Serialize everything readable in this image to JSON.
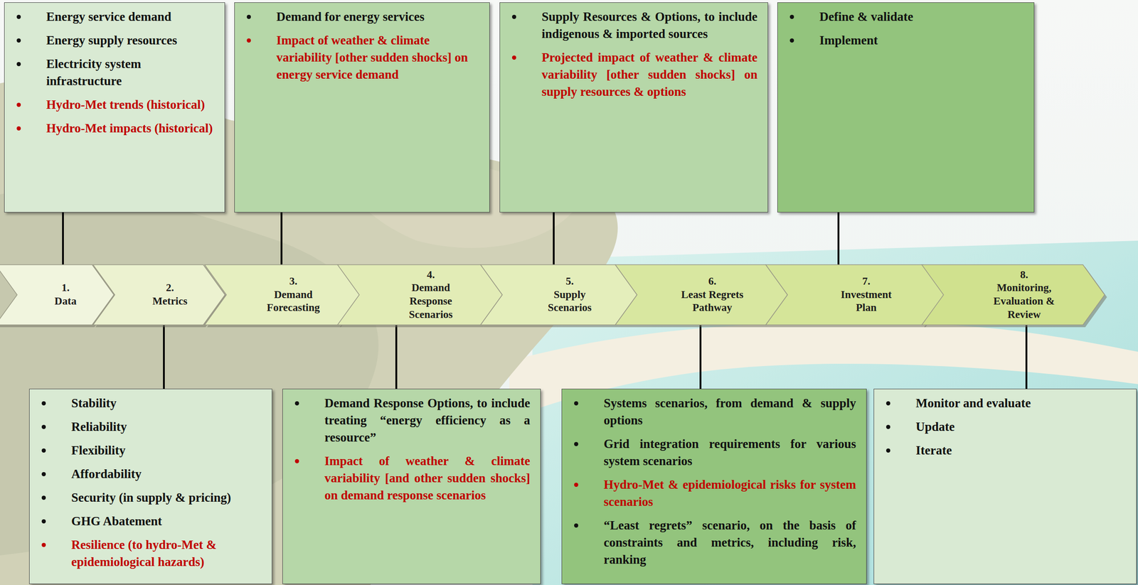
{
  "diagram": {
    "nodes": [
      {
        "text": [
          "Energy service demand",
          "Energy supply resources",
          "Electricity system infrastructure",
          "Hydro-Met trends (historical)",
          "Hydro-Met impacts (historical)"
        ]
      },
      {
        "text": [
          "Demand for energy services",
          "Impact of weather & climate variability [other sudden shocks] on energy service demand"
        ]
      },
      {
        "text": [
          "Supply Resources & Options, to include indigenous & imported sources",
          "Projected impact of weather & climate variability [other sudden shocks] on supply resources & options"
        ]
      },
      {
        "text": [
          "Define & validate",
          "Implement"
        ]
      },
      {
        "text": [
          "1.",
          "Data"
        ]
      },
      {
        "text": [
          "2.",
          "Metrics"
        ]
      },
      {
        "text": [
          "3.",
          "Demand Forecasting"
        ]
      },
      {
        "text": [
          "4.",
          "Demand Response Scenarios"
        ]
      },
      {
        "text": [
          "5.",
          "Supply Scenarios"
        ]
      },
      {
        "text": [
          "6.",
          "Least Regrets Pathway"
        ]
      },
      {
        "text": [
          "7.",
          "Investment Plan"
        ]
      },
      {
        "text": [
          "8.",
          "Monitoring, Evaluation & Review"
        ]
      },
      {
        "text": [
          "Stability",
          "Reliability",
          "Flexibility",
          "Affordability",
          "Security (in supply & pricing)",
          "GHG Abatement",
          "Resilience (to hydro-Met & epidemiological hazards)"
        ]
      },
      {
        "text": [
          "Demand Response Options, to include treating “energy efficiency as a resource”",
          "Impact of weather & climate variability [and other sudden shocks] on demand response scenarios"
        ]
      },
      {
        "text": [
          "Systems scenarios, from demand & supply options",
          "Grid integration requirements for various system scenarios",
          "Hydro-Met & epidemiological risks for system scenarios",
          "“Least regrets” scenario, on the basis of constraints and metrics, including risk, ranking"
        ]
      },
      {
        "text": [
          "Monitor and evaluate",
          "Update",
          "Iterate"
        ]
      }
    ],
    "edges": [
      {
        "from": 0,
        "to": 4,
        "arrow": "none"
      },
      {
        "from": 1,
        "to": 6,
        "arrow": "none"
      },
      {
        "from": 2,
        "to": 8,
        "arrow": "none"
      },
      {
        "from": 3,
        "to": 10,
        "arrow": "none"
      },
      {
        "from": 5,
        "to": 12,
        "arrow": "none"
      },
      {
        "from": 7,
        "to": 13,
        "arrow": "none"
      },
      {
        "from": 9,
        "to": 14,
        "arrow": "none"
      },
      {
        "from": 11,
        "to": 15,
        "arrow": "none"
      }
    ]
  }
}
